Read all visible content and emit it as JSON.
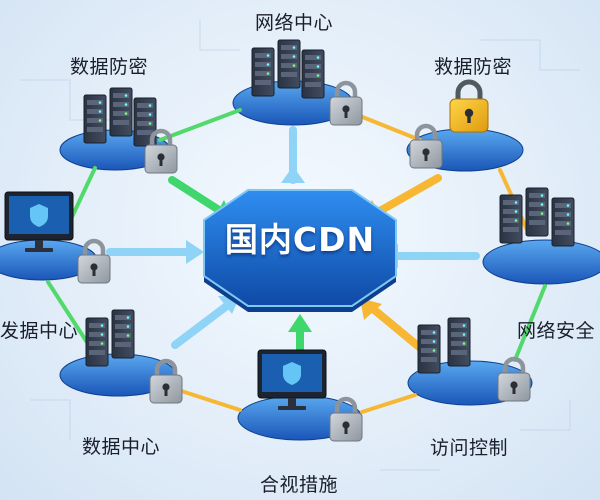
{
  "center": {
    "label": "国内CDN"
  },
  "nodes": [
    {
      "id": "network-center-top",
      "label": "网络中心",
      "icon": "server-icon",
      "lock": "gray"
    },
    {
      "id": "data-protection-left",
      "label": "数据防密",
      "icon": "server-icon",
      "lock": "gray"
    },
    {
      "id": "data-protection-right",
      "label": "救据防密",
      "icon": "lock-icon",
      "lock": "gold"
    },
    {
      "id": "dev-center-left",
      "label": "发据中心",
      "icon": "monitor-icon",
      "lock": "gray"
    },
    {
      "id": "network-security-right",
      "label": "网络安全",
      "icon": "server-icon",
      "lock": "none"
    },
    {
      "id": "data-center-bottom-left",
      "label": "数据中心",
      "icon": "server-icon",
      "lock": "gray"
    },
    {
      "id": "compliance-bottom",
      "label": "合视措施",
      "icon": "monitor-icon",
      "lock": "gray"
    },
    {
      "id": "access-control-bottom-right",
      "label": "访问控制",
      "icon": "server-icon",
      "lock": "gray"
    }
  ],
  "colors": {
    "hub": "#1565c0",
    "platform": "#1e63c8",
    "arrow_green": "#3fd66b",
    "arrow_blue": "#7ec8f5",
    "link_orange": "#f7b733",
    "lock_gold": "#f2b416",
    "lock_gray": "#a9b0b8"
  }
}
